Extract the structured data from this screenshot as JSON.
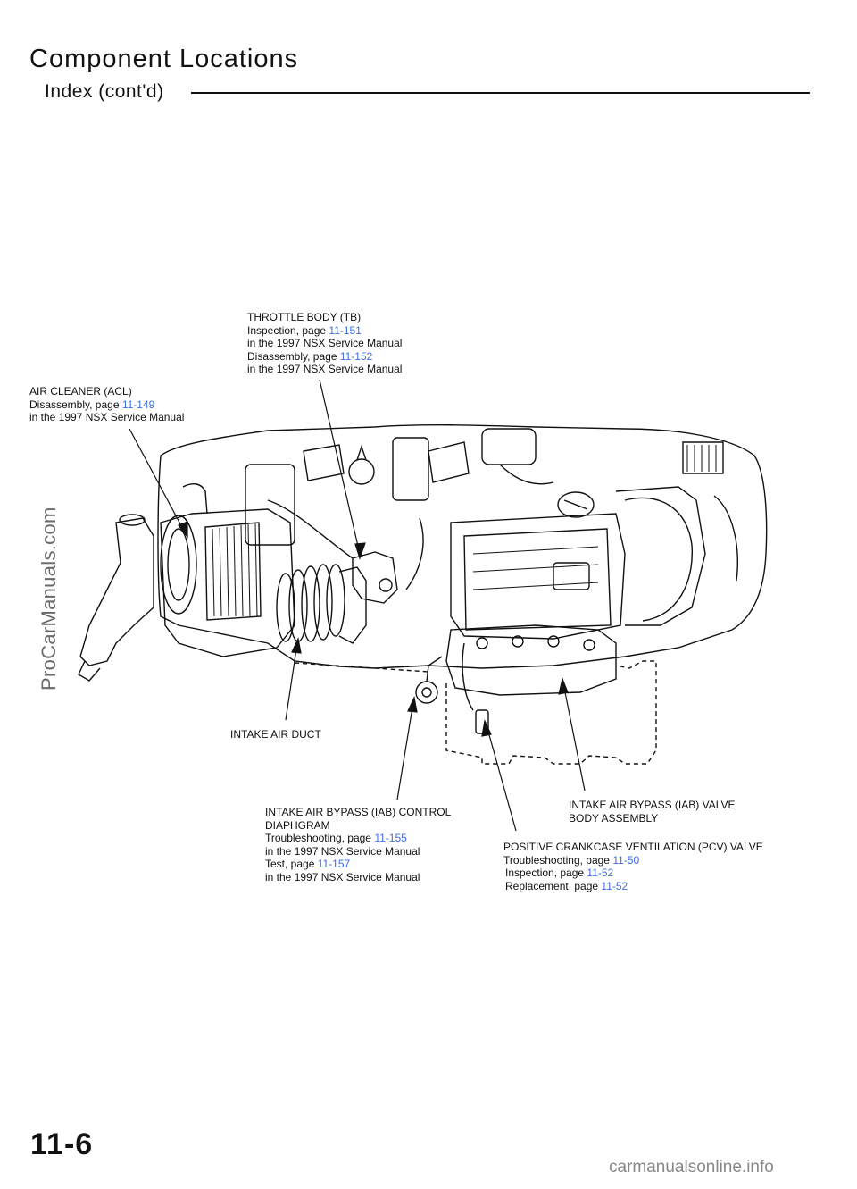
{
  "header": {
    "title": "Component Locations",
    "subtitle": "Index (cont'd)"
  },
  "watermark": "ProCarManuals.com",
  "callouts": {
    "throttle_body": {
      "name": "THROTTLE BODY (TB)",
      "line1": "Inspection, page ",
      "line1_ref": "11-151",
      "line2": "in the 1997 NSX Service Manual",
      "line3": "Disassembly, page ",
      "line3_ref": "11-152",
      "line4": "in the 1997 NSX Service Manual"
    },
    "air_cleaner": {
      "name": "AIR CLEANER (ACL)",
      "line1": "Disassembly, page ",
      "line1_ref": "11-149",
      "line2": "in the 1997 NSX Service Manual"
    },
    "intake_duct": {
      "name": "INTAKE AIR DUCT"
    },
    "iab_diaphragm": {
      "name1": "INTAKE AIR BYPASS (IAB) CONTROL",
      "name2": "DIAPHGRAM",
      "line1": "Troubleshooting, page ",
      "line1_ref": "11-155",
      "line2": "in the 1997 NSX Service Manual",
      "line3": "Test, page ",
      "line3_ref": "11-157",
      "line4": "in the 1997 NSX Service Manual"
    },
    "iab_valve": {
      "name1": "INTAKE AIR BYPASS (IAB) VALVE",
      "name2": "BODY ASSEMBLY"
    },
    "pcv_valve": {
      "name": "POSITIVE CRANKCASE VENTILATION (PCV) VALVE",
      "line1": "Troubleshooting, page ",
      "line1_ref": "11-50",
      "line2": "Inspection, page ",
      "line2_ref": "11-52",
      "line3": "Replacement, page ",
      "line3_ref": "11-52"
    }
  },
  "page_number": "11-6",
  "footer_site": "carmanualsonline.info"
}
